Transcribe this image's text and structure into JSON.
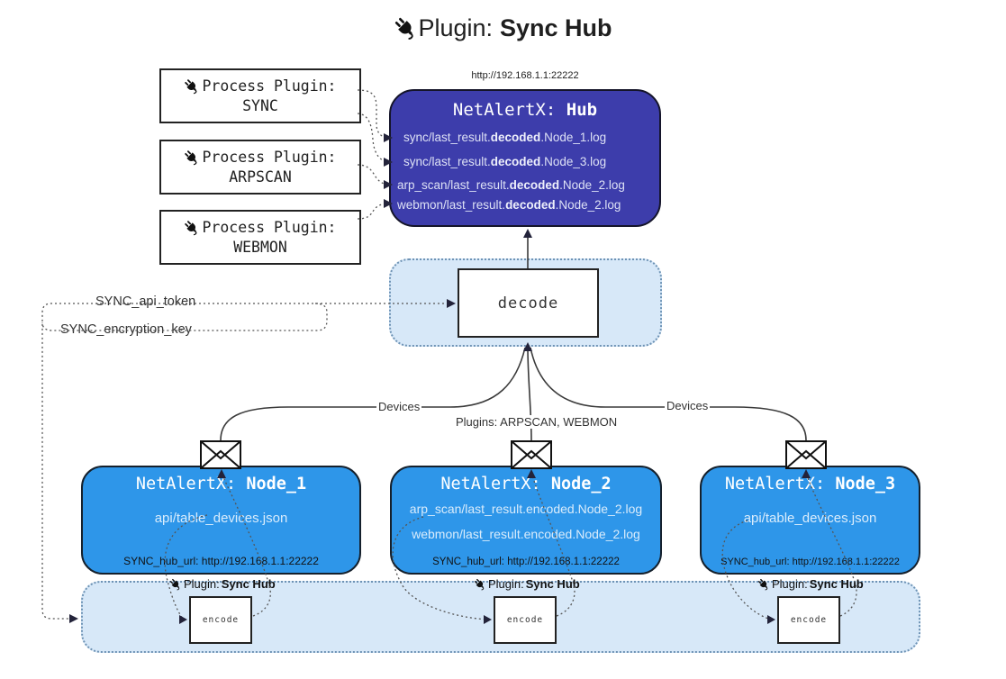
{
  "title": {
    "label": "Plugin:",
    "name": "Sync Hub"
  },
  "hub": {
    "url": "http://192.168.1.1:22222",
    "title_label": "NetAlertX:",
    "title_name": "Hub",
    "logs": [
      {
        "pre": "sync/last_result.",
        "bold": "decoded",
        "post": ".Node_1.log"
      },
      {
        "pre": "sync/last_result.",
        "bold": "decoded",
        "post": ".Node_3.log"
      },
      {
        "pre": "arp_scan/last_result.",
        "bold": "decoded",
        "post": ".Node_2.log"
      },
      {
        "pre": "webmon/last_result.",
        "bold": "decoded",
        "post": ".Node_2.log"
      }
    ]
  },
  "process_plugins": [
    {
      "label": "Process Plugin:",
      "name": "SYNC"
    },
    {
      "label": "Process Plugin:",
      "name": "ARPSCAN"
    },
    {
      "label": "Process Plugin:",
      "name": "WEBMON"
    }
  ],
  "decode": {
    "label": "decode"
  },
  "settings": {
    "api_token": "SYNC_api_token",
    "encryption_key": "SYNC_encryption_key"
  },
  "edge_labels": {
    "devices_left": "Devices",
    "devices_right": "Devices",
    "plugins_mid": "Plugins: ARPSCAN, WEBMON"
  },
  "nodes": [
    {
      "title_label": "NetAlertX:",
      "title_name": "Node_1",
      "files": [
        "api/table_devices.json"
      ],
      "hub_url": "SYNC_hub_url: http://192.168.1.1:22222"
    },
    {
      "title_label": "NetAlertX:",
      "title_name": "Node_2",
      "files": [
        "arp_scan/last_result.encoded.Node_2.log",
        "webmon/last_result.encoded.Node_2.log"
      ],
      "hub_url": "SYNC_hub_url: http://192.168.1.1:22222"
    },
    {
      "title_label": "NetAlertX:",
      "title_name": "Node_3",
      "files": [
        "api/table_devices.json"
      ],
      "hub_url": "SYNC_hub_url: http://192.168.1.1:22222"
    }
  ],
  "encoders": [
    {
      "label": "Plugin:",
      "name": "Sync Hub",
      "box_label": "encode"
    },
    {
      "label": "Plugin:",
      "name": "Sync Hub",
      "box_label": "encode"
    },
    {
      "label": "Plugin:",
      "name": "Sync Hub",
      "box_label": "encode"
    }
  ],
  "colors": {
    "hub_fill": "#3d3dab",
    "node_fill": "#2e96e9",
    "container_fill": "#d7e8f8"
  }
}
